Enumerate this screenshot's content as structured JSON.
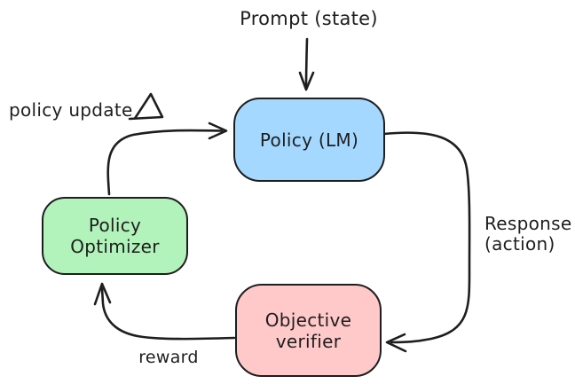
{
  "canvas": {
    "background": "#ffffff",
    "stroke_color": "#1e1e1e"
  },
  "nodes": {
    "policy": {
      "label": "Policy (LM)",
      "fill": "#a5d8ff"
    },
    "optimizer": {
      "label": "Policy Optimizer",
      "fill": "#b2f2bb"
    },
    "verifier": {
      "label": "Objective\nverifier",
      "fill": "#ffc9c9"
    }
  },
  "labels": {
    "prompt": "Prompt (state)",
    "policy_update": "policy update",
    "response": "Response\n(action)",
    "reward": "reward"
  },
  "icons": {
    "delta": "Δ"
  },
  "edges": [
    {
      "name": "prompt-to-policy",
      "from": "Prompt (state)",
      "to": "Policy (LM)",
      "label": ""
    },
    {
      "name": "optimizer-to-policy",
      "from": "Policy Optimizer",
      "to": "Policy (LM)",
      "label": "policy update Δ"
    },
    {
      "name": "policy-to-verifier",
      "from": "Policy (LM)",
      "to": "Objective verifier",
      "label": "Response (action)"
    },
    {
      "name": "verifier-to-optimizer",
      "from": "Objective verifier",
      "to": "Policy Optimizer",
      "label": "reward"
    }
  ]
}
